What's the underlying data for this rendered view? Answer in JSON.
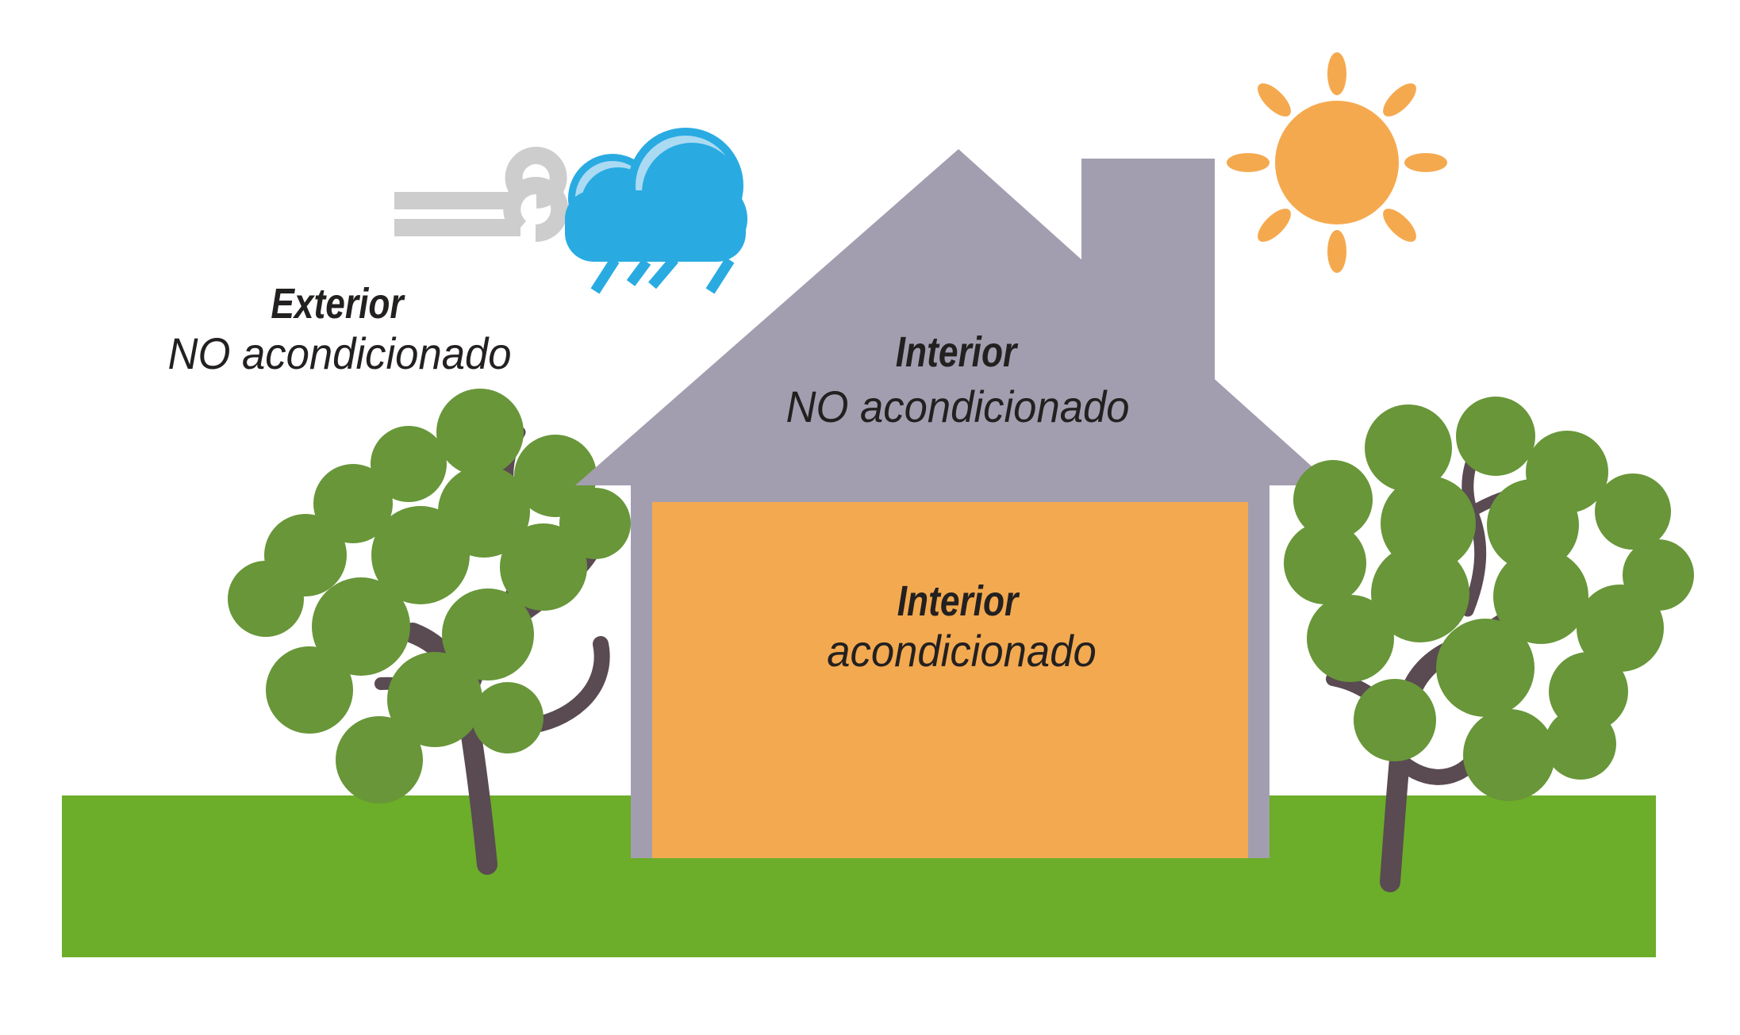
{
  "labels": {
    "exterior": {
      "title": "Exterior",
      "subtitle": "NO acondicionado"
    },
    "attic": {
      "title": "Interior",
      "subtitle": "NO acondicionado"
    },
    "room": {
      "title": "Interior",
      "subtitle": "acondicionado"
    }
  },
  "icons": {
    "wind": "wind-gusts-icon",
    "rain_cloud": "rain-cloud-icon",
    "sun": "sun-icon",
    "tree_left": "tree-icon",
    "tree_right": "tree-icon",
    "house": "house-icon"
  },
  "colors": {
    "text": "#232020",
    "roof": "#A39EAF",
    "wall": "#F3A950",
    "grass": "#6CAD2A",
    "leaf": "#689639",
    "trunk": "#5A4A52",
    "cloud": "#29ABE2",
    "cloudhl": "#ABDAF3",
    "wind": "#CDCDCD",
    "sun": "#F5A94E"
  }
}
